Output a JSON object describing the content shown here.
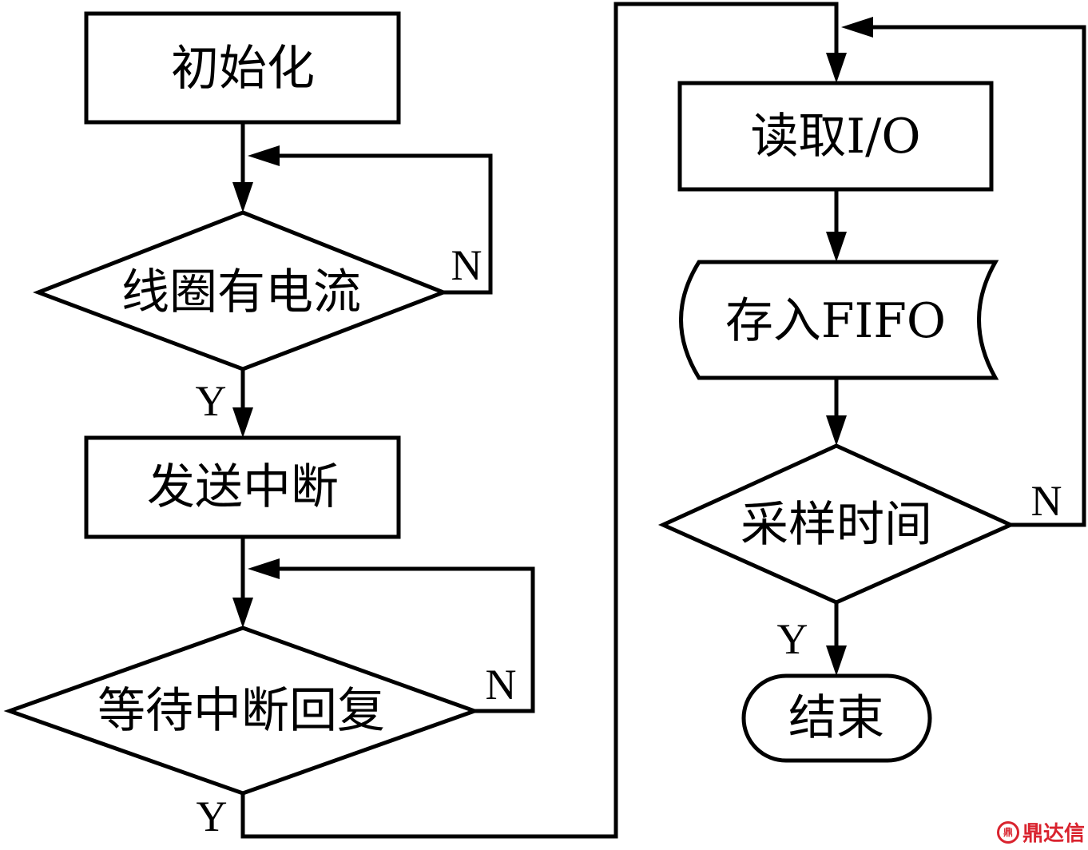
{
  "colors": {
    "stroke": "#000000",
    "fill": "#ffffff",
    "brand": "#d9232e"
  },
  "nodes": {
    "init": "初始化",
    "coil_current": "线圈有电流",
    "send_interrupt": "发送中断",
    "wait_interrupt_reply": "等待中断回复",
    "read_io": "读取I/O",
    "store_fifo": "存入FIFO",
    "sample_time": "采样时间",
    "end": "结束"
  },
  "edges": {
    "coil_no": "N",
    "coil_yes": "Y",
    "wait_no": "N",
    "wait_yes": "Y",
    "sample_no": "N",
    "sample_yes": "Y"
  },
  "logo": {
    "icon": "dingdaxin-logo-icon",
    "text": "鼎达信"
  }
}
